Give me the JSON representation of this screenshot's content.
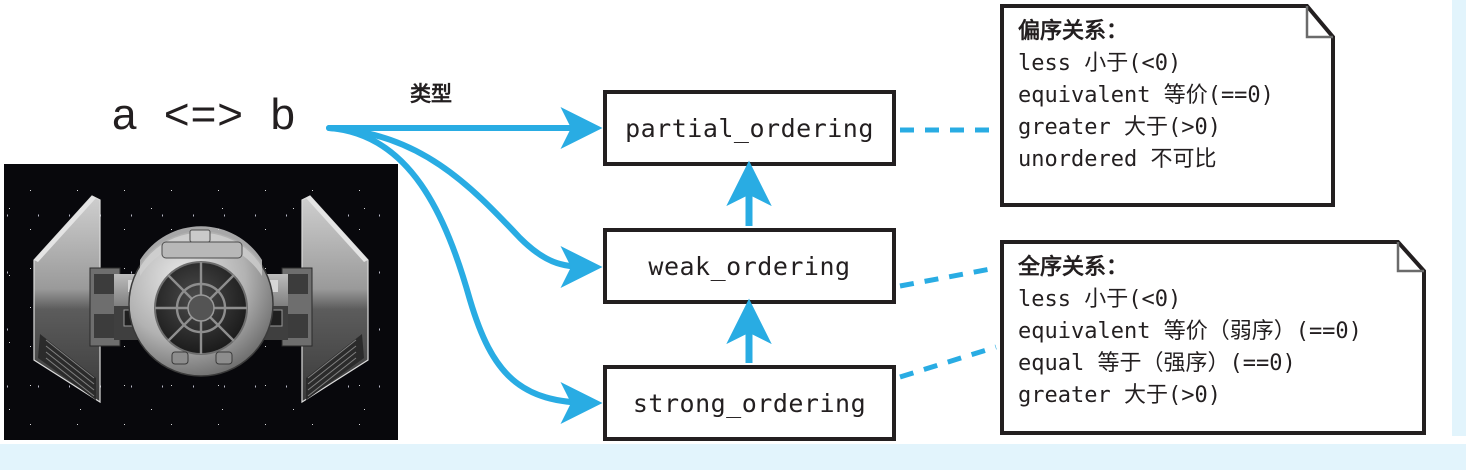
{
  "diagram": {
    "expression": "a  <=>  b",
    "edge_label": "类型",
    "accent_color": "#29ace3",
    "ink_color": "#231f20",
    "band_color": "#e2f4fc",
    "nodes": [
      {
        "id": "partial_ordering",
        "label": "partial_ordering"
      },
      {
        "id": "weak_ordering",
        "label": "weak_ordering"
      },
      {
        "id": "strong_ordering",
        "label": "strong_ordering"
      }
    ],
    "photo": {
      "alt": "tie-fighter-photo",
      "caption": ""
    },
    "notes": [
      {
        "id": "partial-order-note",
        "title": "偏序关系：",
        "lines": [
          "less 小于(<0)",
          "equivalent 等价(==0)",
          "greater 大于(>0)",
          "unordered 不可比"
        ]
      },
      {
        "id": "total-order-note",
        "title": "全序关系：",
        "lines": [
          "less 小于(<0)",
          "equivalent 等价（弱序）(==0)",
          "equal 等于（强序）(==0)",
          "greater 大于(>0)"
        ]
      }
    ]
  }
}
